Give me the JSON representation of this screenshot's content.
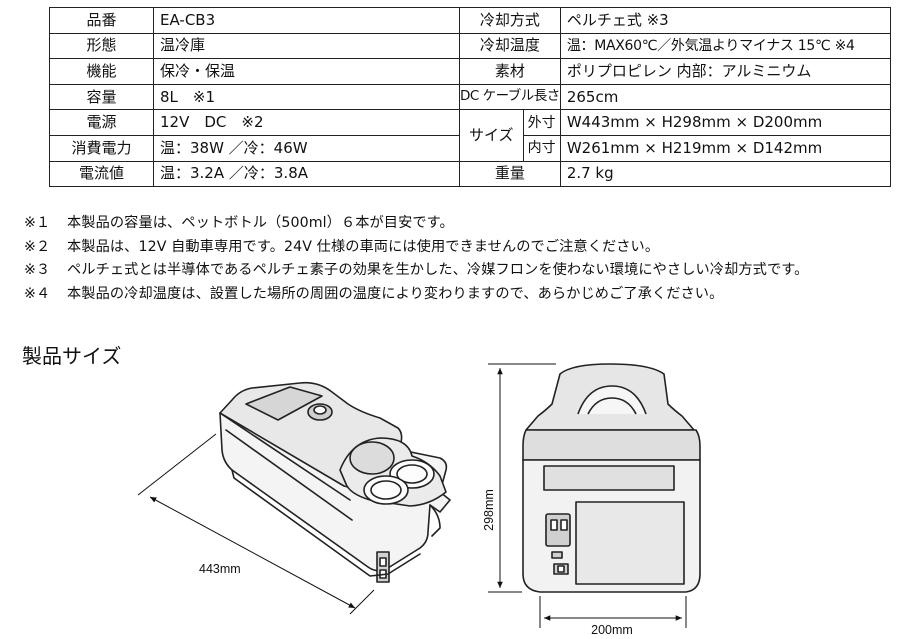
{
  "spec": {
    "rows": [
      {
        "label": "品番",
        "value": "EA-CB3",
        "label2": "冷却方式",
        "value2": "ペルチェ式 ※3"
      },
      {
        "label": "形態",
        "value": "温冷庫",
        "label2": "冷却温度",
        "value2": "温：MAX60℃／外気温よりマイナス 15℃ ※4"
      },
      {
        "label": "機能",
        "value": "保冷・保温",
        "label2": "素材",
        "value2": "ポリプロピレン 内部：アルミニウム"
      },
      {
        "label": "容量",
        "value": "8L　※1",
        "label2": "DC ケーブル長さ",
        "value2": "265cm"
      },
      {
        "label": "電源",
        "value": "12V　DC　※2",
        "size_label": "サイズ",
        "outer_label": "外寸",
        "outer_value": "W443mm × H298mm × D200mm"
      },
      {
        "label": "消費電力",
        "value": "温：38W ／冷：46W",
        "inner_label": "内寸",
        "inner_value": "W261mm × H219mm × D142mm"
      },
      {
        "label": "電流値",
        "value": "温：3.2A ／冷：3.8A",
        "label2": "重量",
        "value2": "2.7 kg"
      }
    ]
  },
  "notes": [
    {
      "mark": "※１",
      "text": "本製品の容量は、ペットボトル（500ml）６本が目安です。"
    },
    {
      "mark": "※２",
      "text": "本製品は、12V 自動車専用です。24V 仕様の車両には使用できませんのでご注意ください。"
    },
    {
      "mark": "※３",
      "text": "ペルチェ式とは半導体であるペルチェ素子の効果を生かした、冷媒フロンを使わない環境にやさしい冷却方式です。"
    },
    {
      "mark": "※４",
      "text": "本製品の冷却温度は、設置した場所の周囲の温度により変わりますので、あらかじめご了承ください。"
    }
  ],
  "section_title": "製品サイズ",
  "dimensions": {
    "width": "443mm",
    "height": "298mm",
    "depth": "200mm"
  }
}
